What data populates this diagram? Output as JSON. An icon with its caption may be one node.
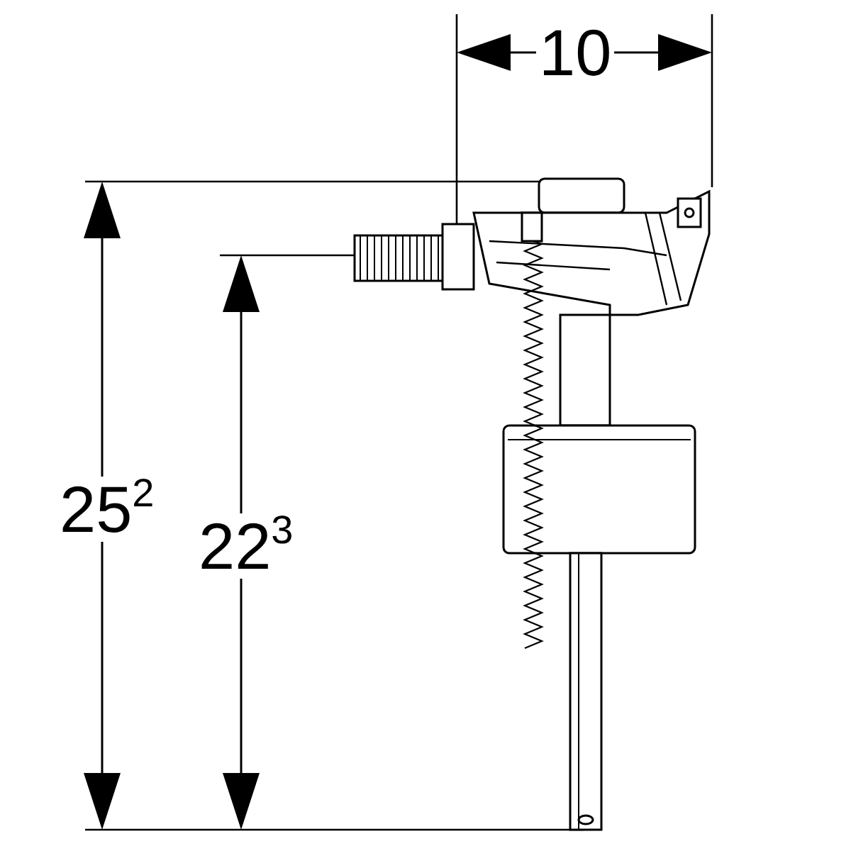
{
  "diagram": {
    "labels": [
      "10",
      "25$^{2}$",
      "22$^{3}$"
    ]
  }
}
